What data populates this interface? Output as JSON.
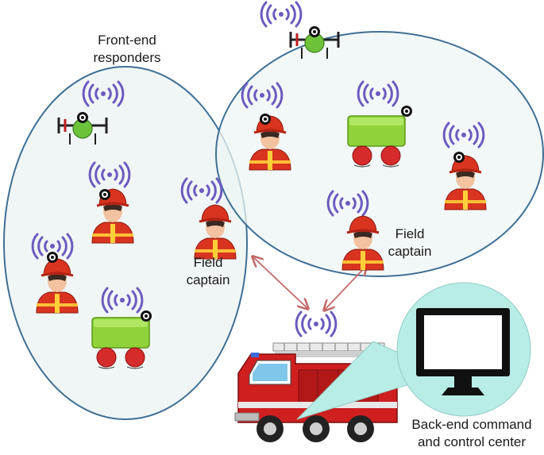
{
  "labels": {
    "front_end": [
      "Front-end",
      "responders"
    ],
    "field_captain_left": [
      "Field",
      "captain"
    ],
    "field_captain_right": [
      "Field",
      "captain"
    ],
    "back_end": [
      "Back-end command",
      "and control center"
    ]
  },
  "colors": {
    "cluster_fill": "#eef5f4",
    "cluster_stroke": "#3f6f95",
    "link_arrow": "#c46a6a",
    "wifi": "#6b5bbf",
    "robot_body": "#8fd23a",
    "robot_wheel": "#d62b2b",
    "firefighter": "#d9341f",
    "truck_red": "#cf1f1f",
    "monitor_bubble": "#b8ede6"
  }
}
